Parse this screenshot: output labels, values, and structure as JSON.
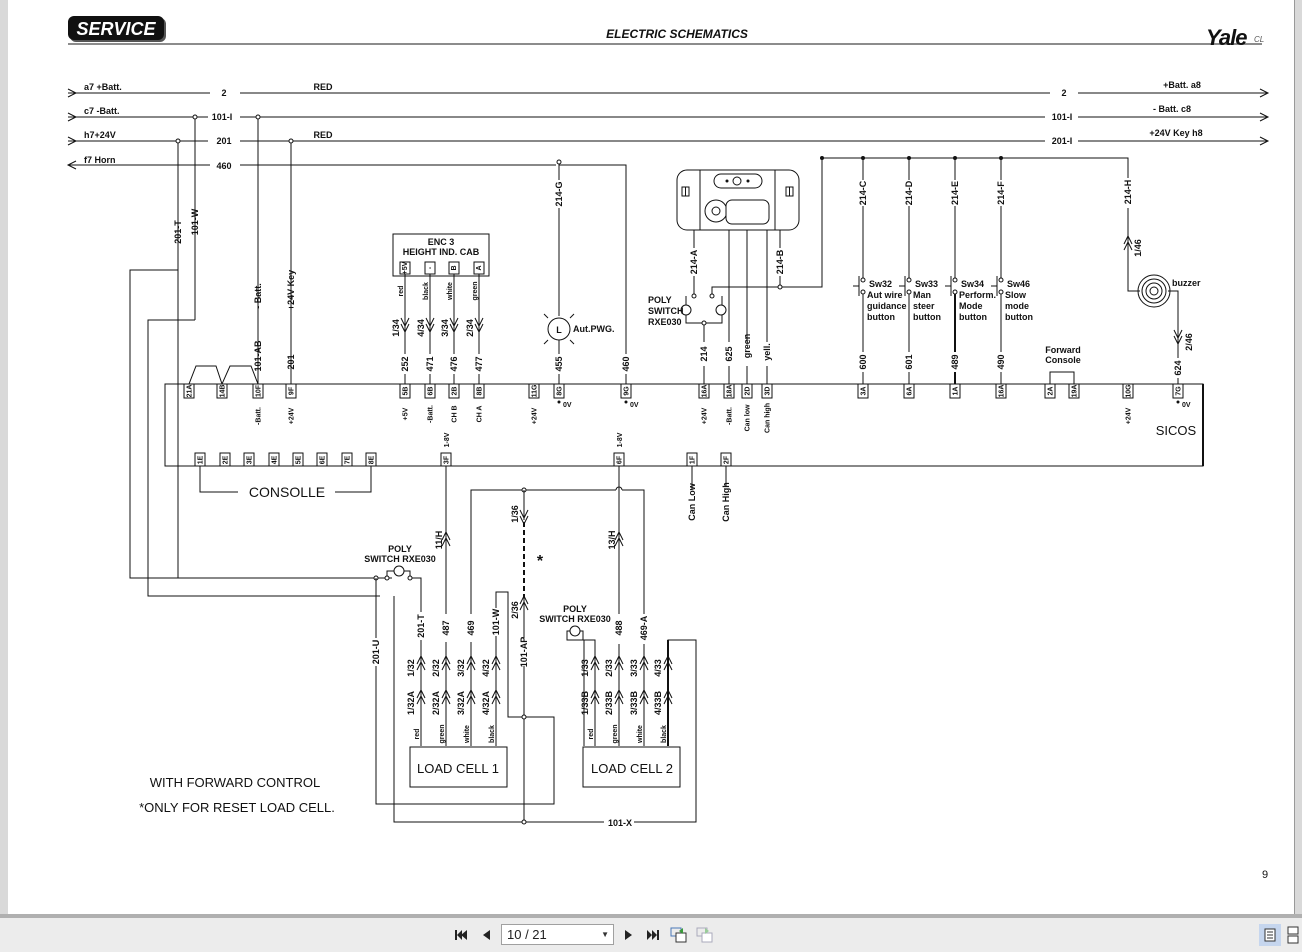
{
  "header": {
    "badge": "SERVICE",
    "title": "ELECTRIC SCHEMATICS",
    "brand": "Yale",
    "brand_sub": "CL"
  },
  "buses": {
    "left": [
      "a7 +Batt.",
      "c7 -Batt.",
      "h7+24V",
      "f7 Horn"
    ],
    "wire_numbers_left": [
      "2",
      "101-I",
      "201",
      "460"
    ],
    "wire_numbers_right": [
      "2",
      "101-I",
      "201-I"
    ],
    "right": [
      "+Batt. a8",
      "- Batt. c8",
      "+24V Key h8"
    ],
    "color_labels": [
      "RED",
      "RED"
    ]
  },
  "vertical_wires": {
    "left": [
      "201-T",
      "101-W",
      "- Batt.",
      "101-AB",
      "+24V Key",
      "201"
    ],
    "branch": [
      "214-G",
      "214-A",
      "214-B",
      "214-C",
      "214-D",
      "214-E",
      "214-F",
      "214-H"
    ]
  },
  "enc3": {
    "title_line1": "ENC 3",
    "title_line2": "HEIGHT IND. CAB",
    "pins": [
      "+5V",
      "-",
      "B",
      "A"
    ],
    "colors": [
      "red",
      "black",
      "white",
      "green"
    ],
    "connectors": [
      "1/34",
      "4/34",
      "3/34",
      "2/34"
    ],
    "wires": [
      "252",
      "471",
      "476",
      "477"
    ]
  },
  "lamp": {
    "symbol": "L",
    "label": "Aut.PWG.",
    "wire": "455"
  },
  "horn_wire": "460",
  "module": {
    "wires": [
      "214",
      "625",
      "green",
      "yell."
    ],
    "poly": [
      "POLY",
      "SWITCH",
      "RXE030"
    ]
  },
  "switches": [
    {
      "id": "Sw32",
      "lines": [
        "Aut wire",
        "guidance",
        "button"
      ],
      "wire": "600",
      "pin": "3A"
    },
    {
      "id": "Sw33",
      "lines": [
        "Man",
        "steer",
        "button"
      ],
      "wire": "601",
      "pin": "6A"
    },
    {
      "id": "Sw34",
      "lines": [
        "Perform.",
        "Mode",
        "button"
      ],
      "wire": "489",
      "pin": "1A"
    },
    {
      "id": "Sw46",
      "lines": [
        "Slow",
        "mode",
        "button"
      ],
      "wire": "490",
      "pin": "16A"
    }
  ],
  "forward_console": [
    "Forward",
    "Console"
  ],
  "buzzer": {
    "label": "buzzer",
    "conn_top": "1/46",
    "conn_bot": "2/46",
    "wire": "624"
  },
  "sicos": {
    "label": "SICOS",
    "top_pins": [
      "21A",
      "14B",
      "10F",
      "9F",
      "5B",
      "6B",
      "2B",
      "8B",
      "11G",
      "8G",
      "9G",
      "16A",
      "18A",
      "2D",
      "3D",
      "3A",
      "6A",
      "1A",
      "16A",
      "2A",
      "19A",
      "10G",
      "7G"
    ],
    "pin_labels": [
      "-Batt.",
      "+24V",
      "+5V",
      "-Batt.",
      "CH B",
      "CH A",
      "+24V",
      "0V",
      "0V",
      "+24V",
      "-Batt.",
      "Can low",
      "Can high",
      "+24V",
      "0V"
    ],
    "bottom_pins": [
      "1E",
      "2E",
      "3E",
      "4E",
      "5E",
      "6E",
      "7E",
      "8E",
      "3F",
      "6F",
      "1F",
      "2F"
    ],
    "bottom_labels": [
      "1-8V",
      "1-8V",
      "Can Low",
      "Can High"
    ],
    "consolle": "CONSOLLE"
  },
  "lower": {
    "conn_11h": "11/H",
    "conn_13h": "13/H",
    "conn_136": "1/36",
    "conn_236": "2/36",
    "star": "*",
    "poly1": [
      "POLY",
      "SWITCH RXE030"
    ],
    "poly2": [
      "POLY",
      "SWITCH RXE030"
    ],
    "wires1": [
      "201-U",
      "201-T",
      "487",
      "469",
      "101-W",
      "101-AP"
    ],
    "wires2": [
      "488",
      "469-A"
    ],
    "lc1_conn": [
      "1/32",
      "2/32",
      "3/32",
      "4/32"
    ],
    "lc1_conn_a": [
      "1/32A",
      "2/32A",
      "3/32A",
      "4/32A"
    ],
    "lc2_conn": [
      "1/33",
      "2/33",
      "3/33",
      "4/33"
    ],
    "lc2_conn_b": [
      "1/33B",
      "2/33B",
      "3/33B",
      "4/33B"
    ],
    "colors": [
      "red",
      "green",
      "white",
      "black"
    ],
    "load_cell_1": "LOAD CELL 1",
    "load_cell_2": "LOAD CELL 2",
    "bottom_wire": "101-X"
  },
  "notes": [
    "WITH FORWARD CONTROL",
    "*ONLY FOR RESET LOAD CELL."
  ],
  "page_number": "9",
  "toolbar": {
    "page_value": "10 / 21"
  }
}
